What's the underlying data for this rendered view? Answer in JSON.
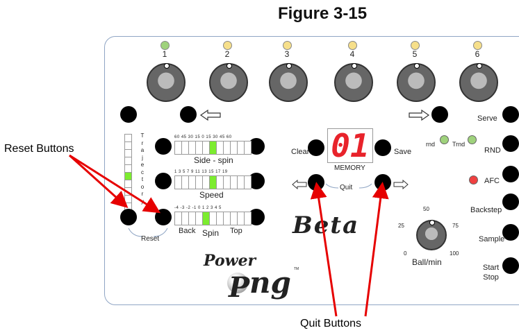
{
  "figure_title": "Figure 3-15",
  "callouts": {
    "reset": "Reset Buttons",
    "quit": "Quit Buttons"
  },
  "knobs": [
    {
      "label": "1",
      "led_color": "#9fd27c"
    },
    {
      "label": "2",
      "led_color": "#f6df8a"
    },
    {
      "label": "3",
      "led_color": "#f6df8a"
    },
    {
      "label": "4",
      "led_color": "#f6df8a"
    },
    {
      "label": "5",
      "led_color": "#f6df8a"
    },
    {
      "label": "6",
      "led_color": "#f6df8a"
    }
  ],
  "scales": {
    "sidespin": {
      "label": "Side - spin",
      "ticks": "60 45 30 15   0   15 30 45 60"
    },
    "speed": {
      "label": "Speed",
      "ticks": "1  3  5  7  9 11 13 15 17 19"
    },
    "spin": {
      "label": "Spin",
      "ticks": "-4 -3 -2 -1 0  1  2  3  4  5",
      "left": "Back",
      "right": "Top"
    }
  },
  "trajectory_label": "Trajectory",
  "memory": {
    "display": "01",
    "label": "MEMORY",
    "clear": "Clear",
    "save": "Save",
    "quit": "Quit"
  },
  "right_labels": {
    "rnd": "rnd",
    "trnd": "Trnd",
    "serve": "Serve",
    "RND": "RND",
    "afc": "AFC",
    "backstep": "Backstep",
    "sample": "Sample",
    "start_stop": "Start\nStop"
  },
  "led_colors": {
    "rnd": "#9fd27c",
    "trnd": "#9fd27c",
    "afc": "#f04040"
  },
  "reset_label": "Reset",
  "ball_knob": {
    "label": "Ball/min",
    "ticks": [
      "0",
      "25",
      "50",
      "75",
      "100"
    ]
  },
  "brand": {
    "line1": "Power",
    "line2": "ng",
    "model": "Beta",
    "tm": "TM"
  },
  "accent_green": "#7cec2f",
  "arrow_color": "#e60000"
}
